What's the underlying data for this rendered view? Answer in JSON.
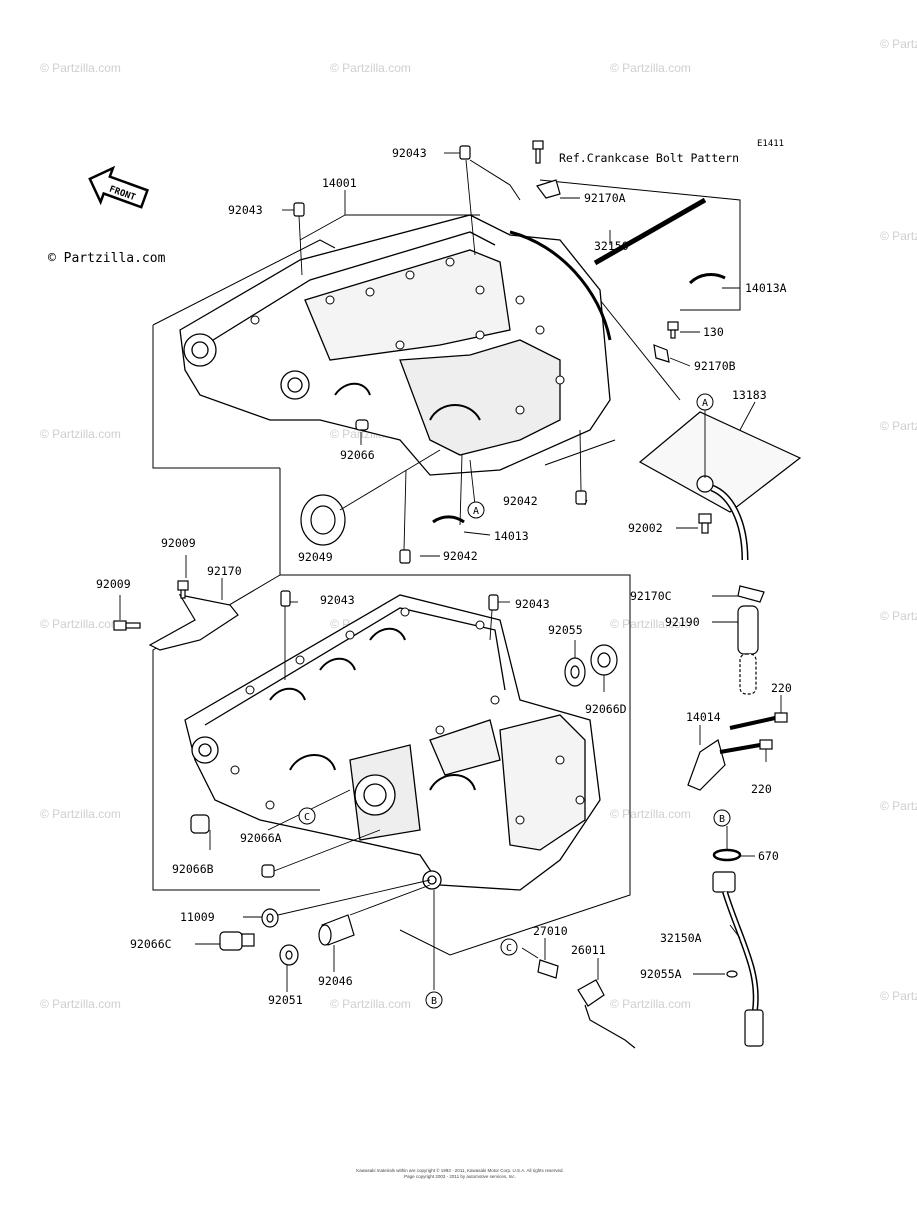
{
  "diagram": {
    "code": "E1411",
    "reference_note": "Ref.Crankcase Bolt Pattern",
    "front_label": "FRONT",
    "copyright": "© Partzilla.com",
    "watermark": "© Partzilla.com",
    "footer_line1": "Kawasaki materials within are copyright © 1993 - 2011, Kawasaki Motor Corp. U.S.A. All rights reserved.",
    "footer_line2": "Page copyright 2003 - 2011 by automotive services, Inc."
  },
  "parts": [
    {
      "id": "p1",
      "label": "92043"
    },
    {
      "id": "p2",
      "label": "14001"
    },
    {
      "id": "p3",
      "label": "92043"
    },
    {
      "id": "p4",
      "label": "92170A"
    },
    {
      "id": "p5",
      "label": "32150"
    },
    {
      "id": "p6",
      "label": "14013A"
    },
    {
      "id": "p7",
      "label": "130"
    },
    {
      "id": "p8",
      "label": "92170B"
    },
    {
      "id": "p9",
      "label": "13183"
    },
    {
      "id": "p10",
      "label": "92066"
    },
    {
      "id": "p11",
      "label": "92042"
    },
    {
      "id": "p12",
      "label": "92002"
    },
    {
      "id": "p13",
      "label": "14013"
    },
    {
      "id": "p14",
      "label": "92049"
    },
    {
      "id": "p15",
      "label": "92042"
    },
    {
      "id": "p16",
      "label": "92009"
    },
    {
      "id": "p17",
      "label": "92170"
    },
    {
      "id": "p18",
      "label": "92009"
    },
    {
      "id": "p19",
      "label": "92043"
    },
    {
      "id": "p20",
      "label": "92043"
    },
    {
      "id": "p21",
      "label": "92170C"
    },
    {
      "id": "p22",
      "label": "92055"
    },
    {
      "id": "p23",
      "label": "92190"
    },
    {
      "id": "p24",
      "label": "92066D"
    },
    {
      "id": "p25",
      "label": "220"
    },
    {
      "id": "p26",
      "label": "14014"
    },
    {
      "id": "p27",
      "label": "220"
    },
    {
      "id": "p28",
      "label": "92066A"
    },
    {
      "id": "p29",
      "label": "92066B"
    },
    {
      "id": "p30",
      "label": "670"
    },
    {
      "id": "p31",
      "label": "11009"
    },
    {
      "id": "p32",
      "label": "27010"
    },
    {
      "id": "p33",
      "label": "32150A"
    },
    {
      "id": "p34",
      "label": "26011"
    },
    {
      "id": "p35",
      "label": "92066C"
    },
    {
      "id": "p36",
      "label": "92046"
    },
    {
      "id": "p37",
      "label": "92055A"
    },
    {
      "id": "p38",
      "label": "92051"
    }
  ],
  "callouts": [
    {
      "id": "c1",
      "letter": "A"
    },
    {
      "id": "c2",
      "letter": "A"
    },
    {
      "id": "c3",
      "letter": "B"
    },
    {
      "id": "c4",
      "letter": "B"
    },
    {
      "id": "c5",
      "letter": "C"
    },
    {
      "id": "c6",
      "letter": "C"
    }
  ]
}
